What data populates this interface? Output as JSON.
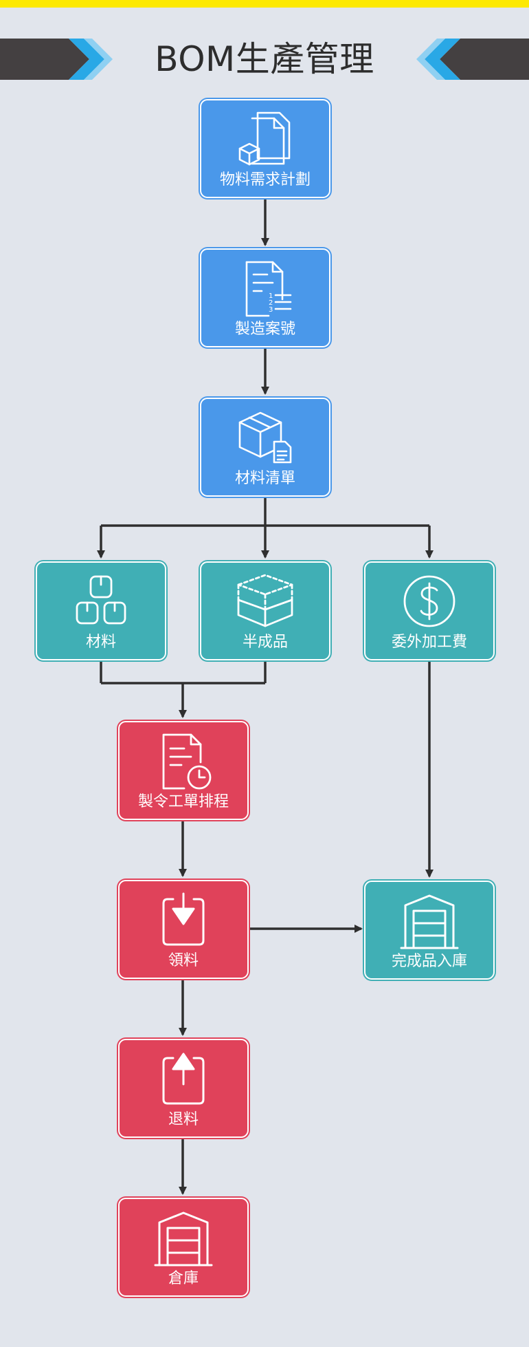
{
  "page": {
    "title": "BOM生產管理"
  },
  "colors": {
    "accent_yellow": "#fde902",
    "blue": "#4a98ea",
    "teal": "#40afb5",
    "red": "#e0425a",
    "connector": "#2f2f2f",
    "background": "#e1e5ec"
  },
  "nodes": {
    "mrp": {
      "label": "物料需求計劃",
      "icon": "documents-box-icon"
    },
    "manufacture_no": {
      "label": "製造案號",
      "icon": "numbered-list-document-icon"
    },
    "bom": {
      "label": "材料清單",
      "icon": "box-document-icon"
    },
    "materials": {
      "label": "材料",
      "icon": "three-blocks-icon"
    },
    "semi_finished": {
      "label": "半成品",
      "icon": "dashed-box-icon"
    },
    "outsourcing": {
      "label": "委外加工費",
      "icon": "dollar-icon"
    },
    "work_order": {
      "label": "製令工單排程",
      "icon": "document-clock-icon"
    },
    "material_issue": {
      "label": "領料",
      "icon": "tray-arrow-down-icon"
    },
    "finished_in": {
      "label": "完成品入庫",
      "icon": "warehouse-icon"
    },
    "material_return": {
      "label": "退料",
      "icon": "tray-arrow-up-icon"
    },
    "warehouse": {
      "label": "倉庫",
      "icon": "warehouse-icon"
    }
  }
}
